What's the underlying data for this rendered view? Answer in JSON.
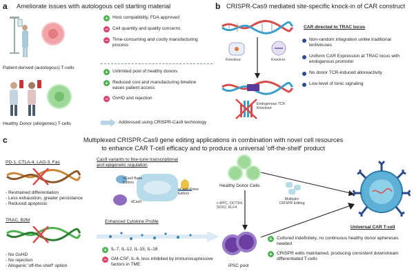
{
  "panel_a": {
    "letter": "a",
    "title": "Ameliorate issues with autologous cell starting material",
    "patient_label": "Patient-derived (autologous) T-cells",
    "donor_label": "Healthy Donor (allogeneic) T-cells",
    "autologous_points": [
      {
        "sign": "plus",
        "text": "Host compatibility, FDA approved"
      },
      {
        "sign": "minus",
        "text": "Cell quantity and quality concerns"
      },
      {
        "sign": "minus",
        "text": "Time-consuming and costly manufacturing process"
      }
    ],
    "allogeneic_points": [
      {
        "sign": "plus",
        "text": "Unlimited pool of healthy donors"
      },
      {
        "sign": "plus",
        "text": "Reduced cost and manufacturing timeline eases patient access"
      },
      {
        "sign": "minus",
        "text": "GvHD and rejection"
      }
    ],
    "addressed_text": "Addressed using CRISPR-Cas9 technology"
  },
  "panel_b": {
    "letter": "b",
    "title": "CRISPR-Cas9 mediated site-specific knock-in of CAR construct",
    "knockout_label": "Knockout",
    "knockin_label": "Knock-in",
    "endogenous_label": "Endogenous TCR Knockout",
    "car_heading": "CAR directed to TRAC locus",
    "points": [
      "Non-random integration unlike traditional lentiviruses",
      "Uniform CAR Expression at TRAC locus with endogenous promotor",
      "No donor TCR-induced alloreactivity",
      "Low level of tonic signaling"
    ]
  },
  "panel_c": {
    "letter": "c",
    "title_line1": "Multiplexed CRISPR-Cas9 gene editing applications in combination with novel cell resources",
    "title_line2": "to enhance CAR T-cell efficacy and to produce a universal 'off-the-shelf' product",
    "checkpoint_heading": "PD-1, CTLA-4, LAG-3, Fas",
    "checkpoint_effects": [
      "- Restrained differentiation",
      "- Less exhaustion, greater persistance",
      "- Reduced apoptosis"
    ],
    "trac_heading": "TRAC, B2M",
    "trac_effects": [
      "- No GvHD",
      "- No rejection",
      "- Allogenic 'off-the-shelf' option"
    ],
    "cas9_heading_line1": "Cas9 variants to fine-tune transcriptional",
    "cas9_heading_line2": "and epigenetic regulation",
    "base_editors": "nCas9 Base Editors",
    "prime_editors": "nCas9 Prime Editors",
    "dcas9": "dCas9",
    "cytokine_heading": "Enhanced Cytokine Profile",
    "cytokine_plus": "IL-7, IL-12, IL-15, IL-18",
    "cytokine_minus": "GM-CSF, IL-6, less inhibited by immunosupressive factors in TME",
    "healthy_donor": "Healthy Donor Cells",
    "factors": "c-MYC, OCT3/4, SOX2, KLF4",
    "ipsc": "iPSC pool",
    "multiplex": "Multiplex CRISPR Editing",
    "universal": "Universal CAR T-cell",
    "ipsc_points": [
      "Cultured indefinitely, no continuous healthy donor aphereses needed",
      "CRISPR edits maintained, producing consistent downstream differentiated T-cells"
    ]
  },
  "colors": {
    "plus": "#4caf50",
    "minus": "#d9456b",
    "green_cell": "#9ed99a",
    "pink_cell": "#f2a3a8",
    "purple_cell": "#6b3fa0",
    "blue_cell": "#2f7fa8",
    "bullet": "#2e4d8f"
  }
}
